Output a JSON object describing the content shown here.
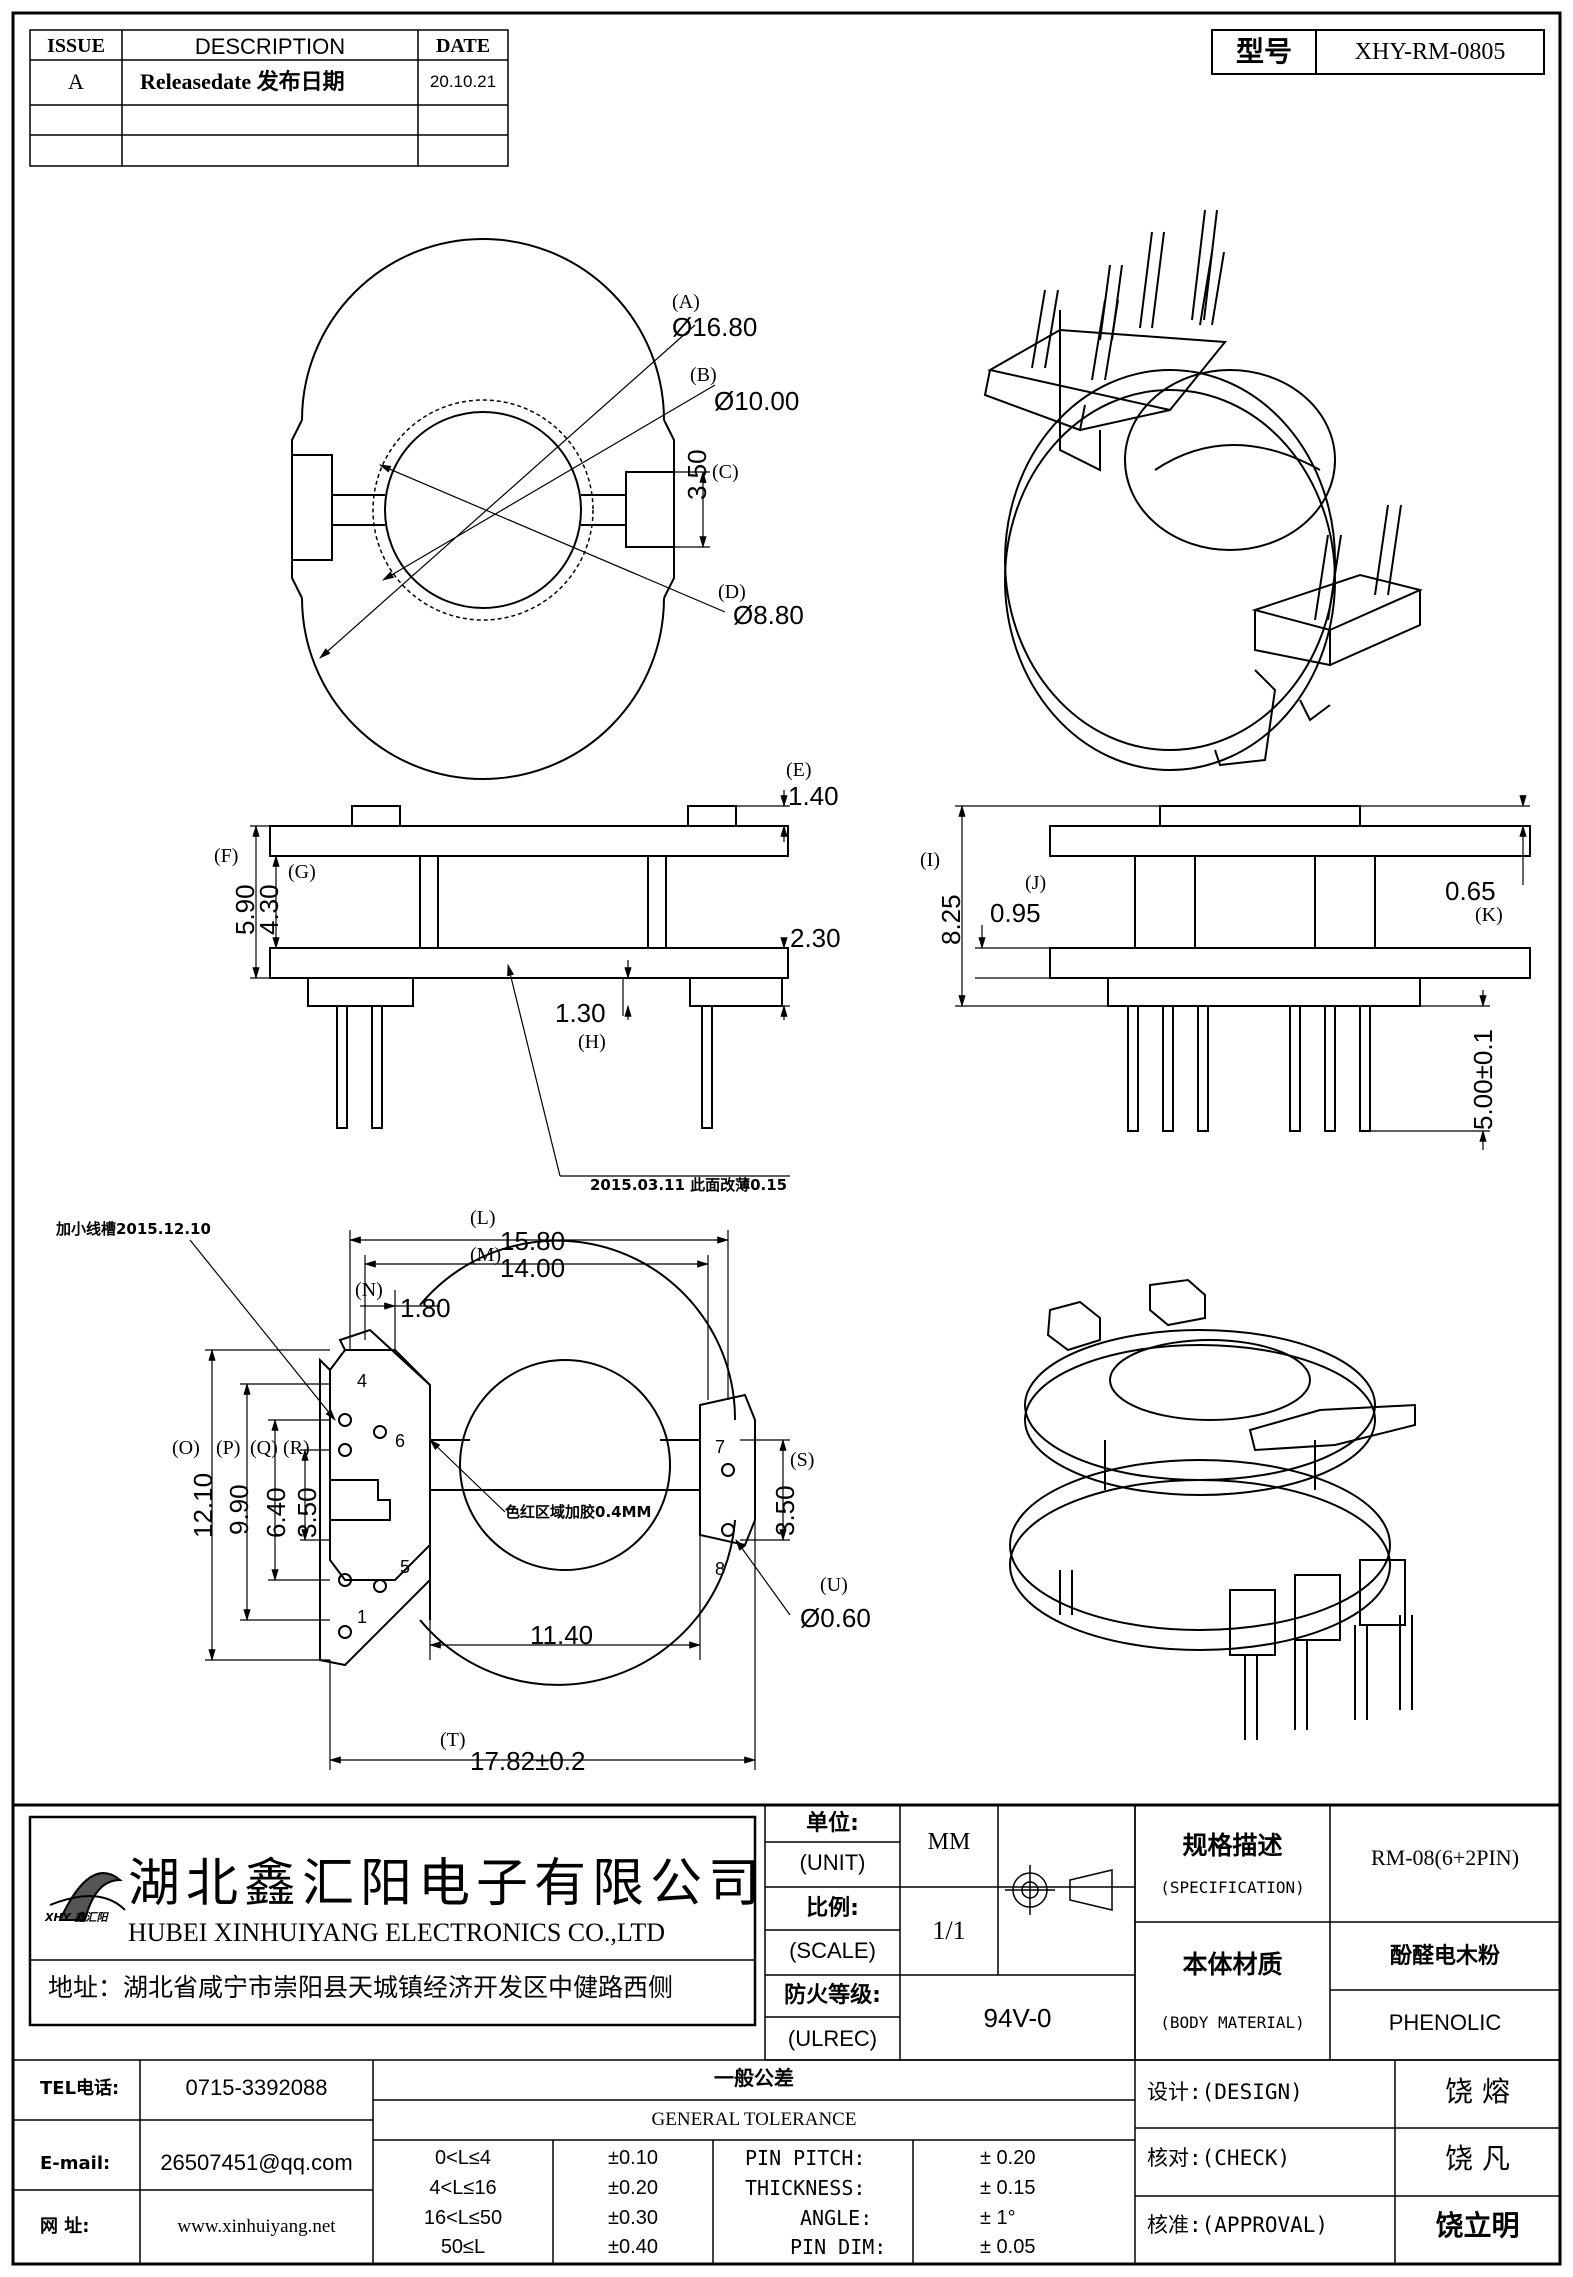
{
  "revision": {
    "headers": {
      "issue": "ISSUE",
      "description": "DESCRIPTION",
      "date": "DATE"
    },
    "rows": [
      {
        "issue": "A",
        "description": "Releasedate 发布日期",
        "date": "20.10.21"
      }
    ]
  },
  "model": {
    "label": "型号",
    "value": "XHY-RM-0805"
  },
  "top_view": {
    "A": {
      "tag": "(A)",
      "value": "Ø16.80"
    },
    "B": {
      "tag": "(B)",
      "value": "Ø10.00"
    },
    "C": {
      "tag": "(C)",
      "value": "3.50"
    },
    "D": {
      "tag": "(D)",
      "value": "Ø8.80"
    }
  },
  "side_view": {
    "E": {
      "tag": "(E)",
      "value": "1.40"
    },
    "F": {
      "tag": "(F)",
      "value": "5.90"
    },
    "G": {
      "tag": "(G)",
      "value": "4.30"
    },
    "v230": "2.30",
    "H": {
      "tag": "(H)",
      "value": "1.30"
    },
    "note": "2015.03.11 此面改薄0.15"
  },
  "front_view": {
    "I": {
      "tag": "(I)",
      "value": "8.25"
    },
    "J": {
      "tag": "(J)",
      "value": "0.95"
    },
    "K": {
      "tag": "(K)",
      "value": "0.65"
    },
    "pin_length": "5.00±0.1"
  },
  "bottom_view": {
    "note_slot": "加小线槽2015.12.10",
    "L": {
      "tag": "(L)",
      "value": "15.80"
    },
    "M": {
      "tag": "(M)",
      "value": "14.00"
    },
    "N": {
      "tag": "(N)",
      "value": "1.80"
    },
    "O": {
      "tag": "(O)",
      "value": "12.10"
    },
    "P": {
      "tag": "(P)",
      "value": "9.90"
    },
    "Q": {
      "tag": "(Q)",
      "value": "6.40"
    },
    "R": {
      "tag": "(R)",
      "value": "3.50"
    },
    "S": {
      "tag": "(S)",
      "value": "3.50"
    },
    "U": {
      "tag": "(U)",
      "value": "Ø0.60"
    },
    "T": {
      "tag": "(T)",
      "value": "17.82±0.2"
    },
    "inner_width": "11.40",
    "glue_note": "色红区域加胶0.4MM",
    "pins": [
      "1",
      "4",
      "5",
      "6",
      "7",
      "8"
    ]
  },
  "company": {
    "name_cn": "湖北鑫汇阳电子有限公司",
    "name_en": "HUBEI XINHUIYANG ELECTRONICS CO.,LTD",
    "logo_text": "XHY 鑫汇阳",
    "address": "地址：湖北省咸宁市崇阳县天城镇经济开发区中健路西侧"
  },
  "title_block": {
    "unit_cn": "单位:",
    "unit_en": "(UNIT)",
    "unit_val": "MM",
    "scale_cn": "比例:",
    "scale_en": "(SCALE)",
    "scale_val": "1/1",
    "fire_cn": "防火等级:",
    "fire_en": "(ULREC)",
    "fire_val": "94V-0",
    "spec_cn": "规格描述",
    "spec_en": "(SPECIFICATION)",
    "spec_val": "RM-08(6+2PIN)",
    "mat_cn": "本体材质",
    "mat_en": "(BODY MATERIAL)",
    "mat_val_cn": "酚醛电木粉",
    "mat_val_en": "PHENOLIC"
  },
  "contact": {
    "tel_label": "TEL电话:",
    "tel": "0715-3392088",
    "email_label": "E-mail:",
    "email": "26507451@qq.com",
    "web_label": "网   址:",
    "web": "www.xinhuiyang.net"
  },
  "tolerance": {
    "title_cn": "一般公差",
    "title_en": "GENERAL TOLERANCE",
    "rows": [
      {
        "range": "0<L≤4",
        "tol": "±0.10",
        "item": "PIN PITCH:",
        "val": "± 0.20"
      },
      {
        "range": "4<L≤16",
        "tol": "±0.20",
        "item": "THICKNESS:",
        "val": "± 0.15"
      },
      {
        "range": "16<L≤50",
        "tol": "±0.30",
        "item": "ANGLE:",
        "val": "± 1°"
      },
      {
        "range": "50≤L",
        "tol": "±0.40",
        "item": "PIN DIM:",
        "val": "± 0.05"
      }
    ]
  },
  "approvals": {
    "design_label": "设计:(DESIGN)",
    "design": "饶  熔",
    "check_label": "核对:(CHECK)",
    "check": "饶  凡",
    "approve_label": "核准:(APPROVAL)",
    "approve": "饶立明"
  }
}
